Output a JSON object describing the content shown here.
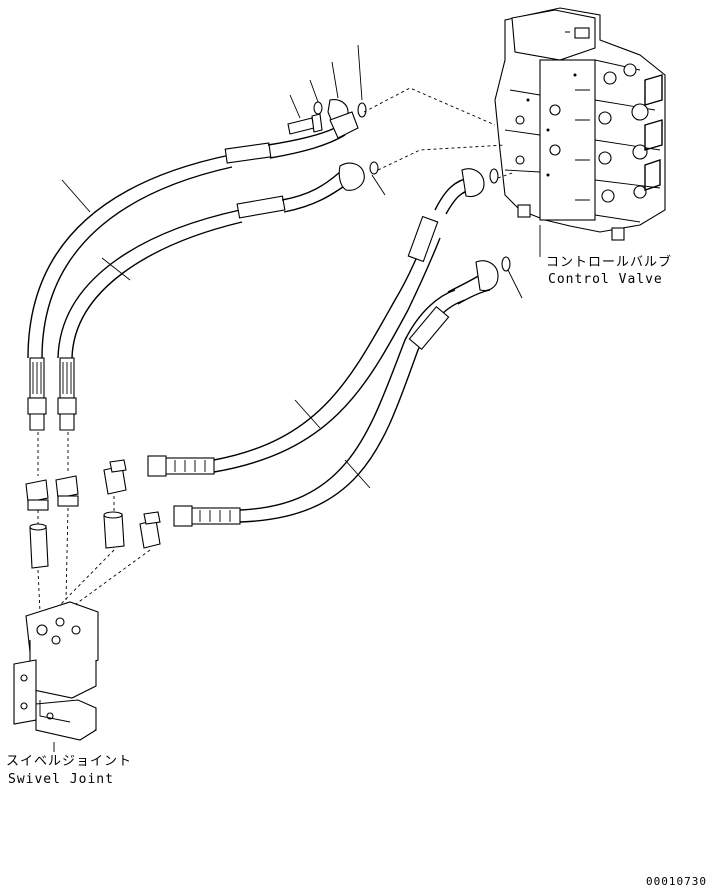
{
  "labels": {
    "control_valve_jp": "コントロールバルブ",
    "control_valve_en": "Control Valve",
    "swivel_joint_jp": "スイベルジョイント",
    "swivel_joint_en": "Swivel Joint",
    "drawing_number": "00010730"
  }
}
